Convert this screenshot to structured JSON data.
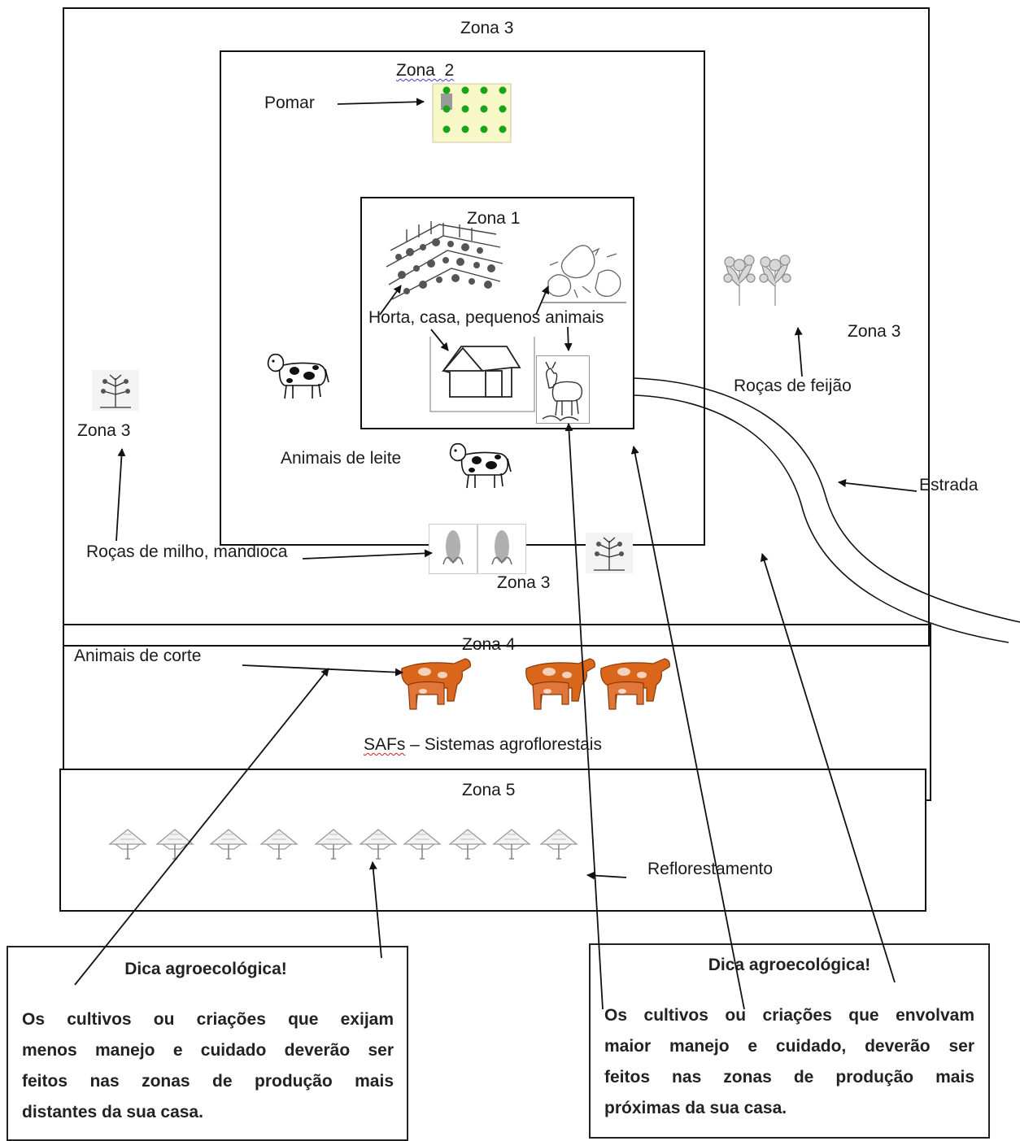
{
  "zones": {
    "zone3_top": "Zona 3",
    "zone2": "Zona  2",
    "zone1": "Zona 1",
    "zone3_right": "Zona 3",
    "zone3_left": "Zona 3",
    "zone3_bottom": "Zona 3",
    "zone4": "Zona 4",
    "zone5": "Zona 5"
  },
  "labels": {
    "pomar": "Pomar",
    "horta": "Horta, casa, pequenos animais",
    "feijao": "Roças de feijão",
    "estrada": "Estrada",
    "leite": "Animais de leite",
    "milho": "Roças de milho, mandioca",
    "corte": "Animais de corte",
    "safs_abbr": "SAFs",
    "safs_rest": " – Sistemas agroflorestais",
    "reflorestamento": "Reflorestamento"
  },
  "tips": {
    "left": {
      "title": "Dica agroecológica!",
      "line1": "Os cultivos ou criações que exijam",
      "line2": "menos manejo e cuidado deverão ser",
      "line3": "feitos nas zonas de produção mais",
      "line4": "distantes da sua casa."
    },
    "right": {
      "title": "Dica agroecológica!",
      "line1": "Os cultivos ou criações que envolvam",
      "line2": "maior manejo e cuidado, deverão ser",
      "line3": "feitos nas zonas de produção mais",
      "line4": "próximas da sua casa."
    }
  },
  "icons": [
    "orchard-icon",
    "garden-icon",
    "chickens-icon",
    "house-icon",
    "goat-icon",
    "dairy-cow-icon",
    "bean-plant-icon",
    "small-plant-icon",
    "corn-icon",
    "beef-cattle-icon",
    "tree-icon"
  ],
  "colors": {
    "orchard_dot": "#1aa41a",
    "orchard_bg": "#f7f7c8",
    "beef_cattle": "#d9661a",
    "underline_spell": "#3b3bd0",
    "underline_spell_red": "#d02020"
  }
}
